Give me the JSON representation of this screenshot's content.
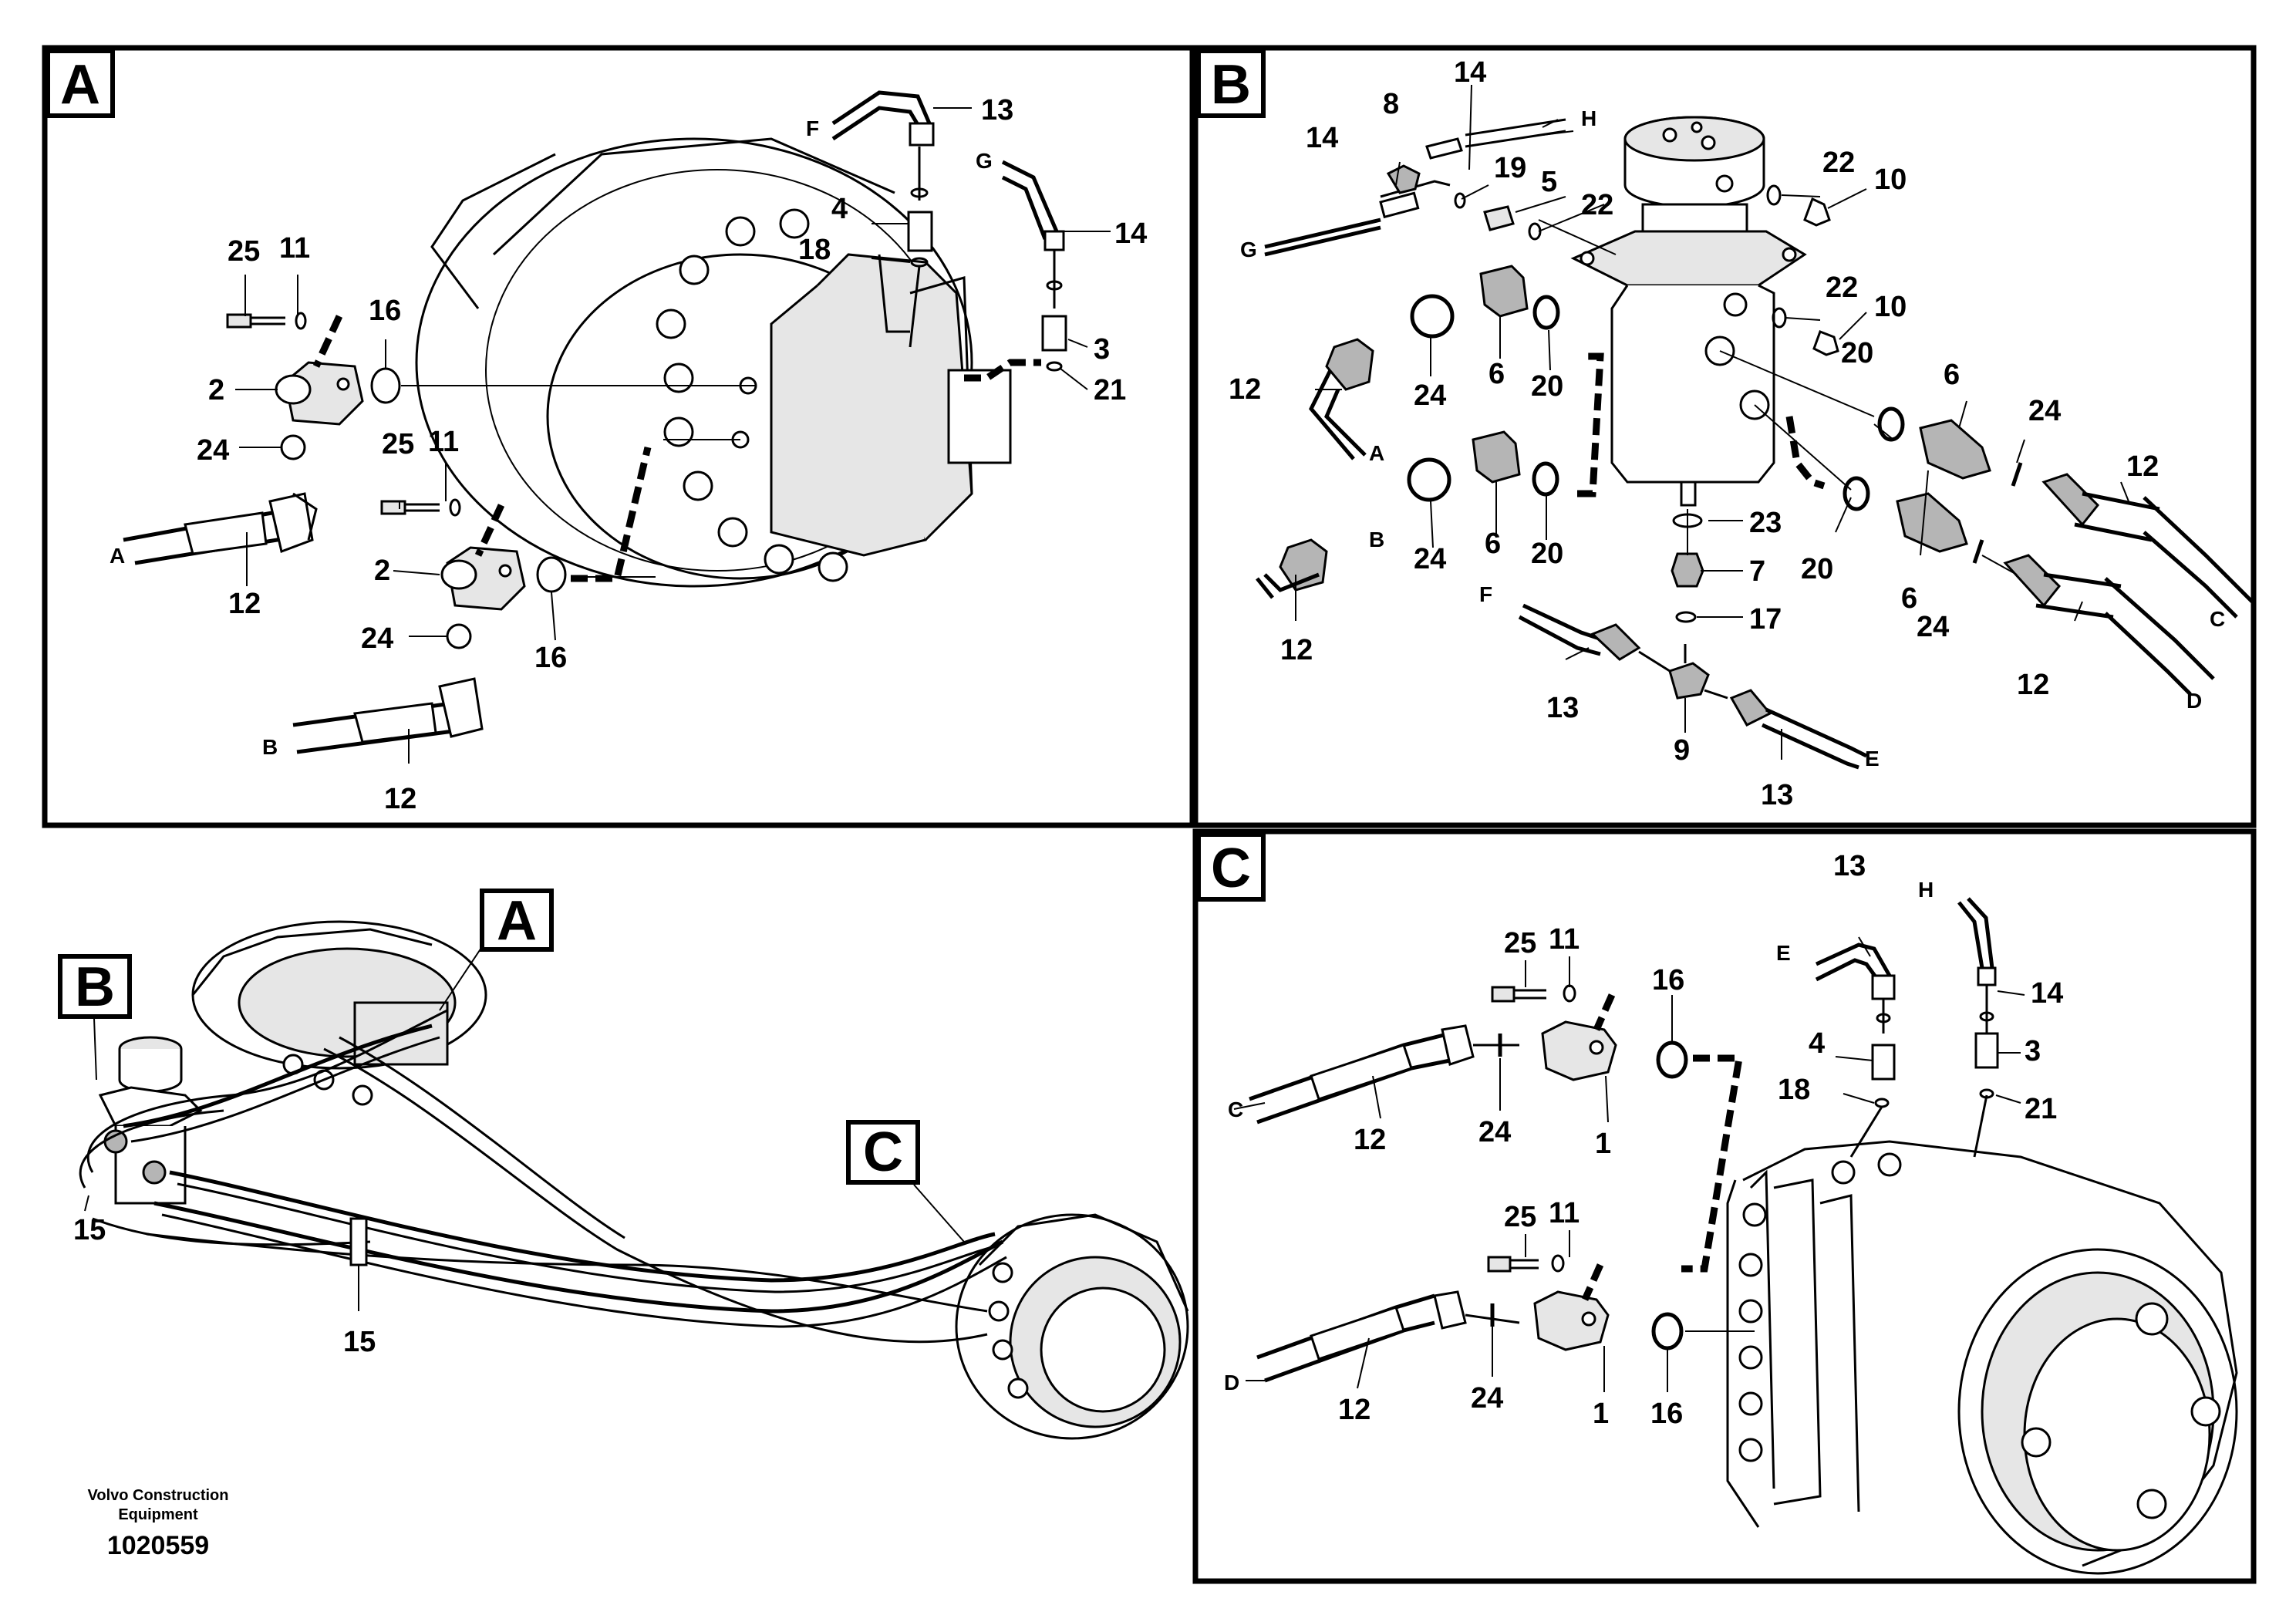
{
  "panels": {
    "A": {
      "letter": "A"
    },
    "B": {
      "letter": "B"
    },
    "C": {
      "letter": "C"
    }
  },
  "overview": {
    "markers": [
      "A",
      "B",
      "C"
    ],
    "labels": [
      "15",
      "15"
    ]
  },
  "footer": {
    "company_line1": "Volvo Construction",
    "company_line2": "Equipment",
    "drawing_number": "1020559"
  },
  "callouts_A": [
    "13",
    "F",
    "G",
    "14",
    "4",
    "18",
    "3",
    "21",
    "25",
    "11",
    "16",
    "2",
    "24",
    "A",
    "12",
    "25",
    "11",
    "2",
    "24",
    "16",
    "B",
    "12"
  ],
  "callouts_B": [
    "14",
    "8",
    "14",
    "H",
    "G",
    "19",
    "5",
    "22",
    "22",
    "10",
    "22",
    "10",
    "12",
    "24",
    "6",
    "20",
    "A",
    "B",
    "24",
    "6",
    "20",
    "12",
    "20",
    "6",
    "24",
    "12",
    "C",
    "23",
    "7",
    "17",
    "F",
    "13",
    "9",
    "20",
    "6",
    "24",
    "12",
    "D",
    "13",
    "E"
  ],
  "callouts_C": [
    "13",
    "H",
    "E",
    "14",
    "25",
    "11",
    "16",
    "4",
    "3",
    "18",
    "21",
    "C",
    "12",
    "24",
    "1",
    "25",
    "11",
    "D",
    "12",
    "24",
    "1",
    "16"
  ]
}
